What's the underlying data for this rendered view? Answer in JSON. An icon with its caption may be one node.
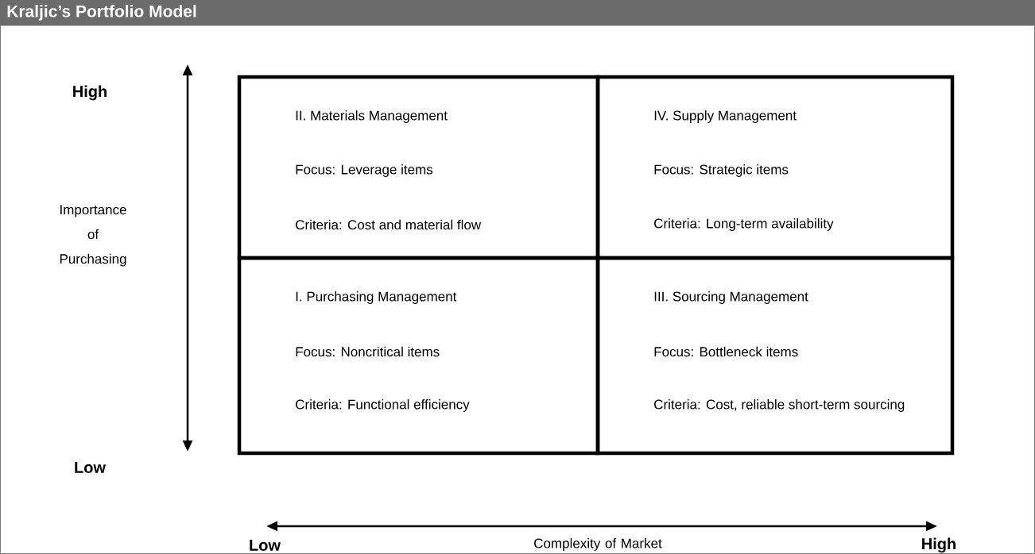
{
  "diagram": {
    "title": "Kraljic’s Portfolio Model",
    "nodes": [
      {
        "text": [
          "II.  Materials Management",
          "Focus: Leverage items",
          "Criteria: Cost and material flow"
        ]
      },
      {
        "text": [
          "IV.  Supply Management",
          "Focus: Strategic items",
          "Criteria: Long-term availability"
        ]
      },
      {
        "text": [
          "I.  Purchasing Management",
          "Focus: Noncritical items",
          "Criteria: Functional efficiency"
        ]
      },
      {
        "text": [
          "III.  Sourcing Management",
          "Focus: Bottleneck items",
          "Criteria: Cost, reliable short-term sourcing"
        ]
      }
    ],
    "edges": [],
    "labels": [
      "High",
      "Importance of Purchasing",
      "Low",
      "Low",
      "Complexity of Market",
      "High"
    ]
  }
}
